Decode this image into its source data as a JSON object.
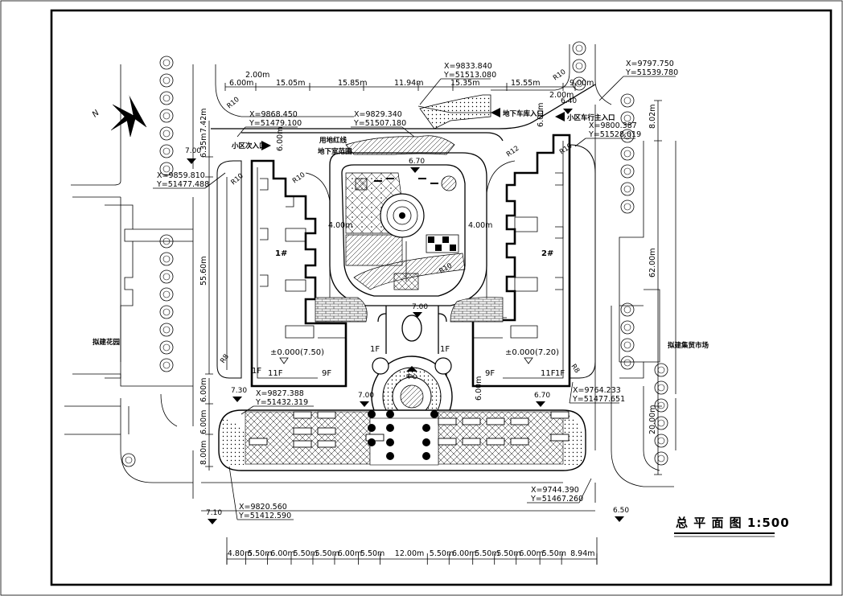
{
  "drawing": {
    "title": "总 平 面 图 1:500",
    "north_label": "N"
  },
  "buildings": {
    "b1": {
      "number": "1#",
      "elevation": "±0.000(7.50)",
      "floor_high": "11F",
      "floor_mid": "9F",
      "floor_low": "1F",
      "floor_low_2": "1F"
    },
    "b2": {
      "number": "2#",
      "elevation": "±0.000(7.20)",
      "floor_high": "11F",
      "floor_high_2": "1F",
      "floor_mid": "9F",
      "floor_low": "1F"
    }
  },
  "labels": {
    "red_line": "用地红线",
    "basement_range": "地下室范围",
    "garage_entrance": "地下车库入口",
    "main_vehicle_entrance": "小区车行主入口",
    "secondary_entrance": "小区次入口",
    "west_site": "拟建花园",
    "east_site": "拟建集贸市场",
    "center_label": "中心"
  },
  "coordinates": [
    {
      "x": "X=9833.840",
      "y": "Y=51513.080"
    },
    {
      "x": "X=9797.750",
      "y": "Y=51539.780"
    },
    {
      "x": "X=9868.450",
      "y": "Y=51479.100"
    },
    {
      "x": "X=9829.340",
      "y": "Y=51507.180"
    },
    {
      "x": "X=9800.387",
      "y": "Y=51528.019"
    },
    {
      "x": "X=9859.810",
      "y": "Y=51477.488"
    },
    {
      "x": "X=9827.388",
      "y": "Y=51432.319"
    },
    {
      "x": "X=9764.233",
      "y": "Y=51477.651"
    },
    {
      "x": "X=9820.560",
      "y": "Y=51412.590"
    },
    {
      "x": "X=9744.390",
      "y": "Y=51467.260"
    }
  ],
  "elevations": [
    "7.00",
    "6.40",
    "6.70",
    "7.00",
    "7.30",
    "7.00",
    "6.70",
    "7.10",
    "6.50"
  ],
  "radii": [
    "R10",
    "R10",
    "R10",
    "R12",
    "R10",
    "R10",
    "R10",
    "R8",
    "R8"
  ],
  "dimensions": {
    "top_row": [
      "2.00m",
      "6.00m",
      "15.05m",
      "15.85m",
      "11.94m",
      "15.35m",
      "15.55m",
      "9.00m",
      "2.00m"
    ],
    "left": [
      "7.42m",
      "6.35m",
      "55.60m",
      "6.00m",
      "6.00m",
      "8.00m"
    ],
    "right": [
      "8.02m",
      "62.00m",
      "20.00m",
      "6.00m"
    ],
    "inner": [
      "4.00m",
      "4.00m",
      "6.00m",
      "6.00m"
    ],
    "bottom": [
      "4.80m",
      "5.50m",
      "6.00m",
      "5.50m",
      "5.50m",
      "6.00m",
      "5.50m",
      "12.00m",
      "5.50m",
      "6.00m",
      "5.50m",
      "5.50m",
      "6.00m",
      "5.50m",
      "8.94m"
    ]
  }
}
